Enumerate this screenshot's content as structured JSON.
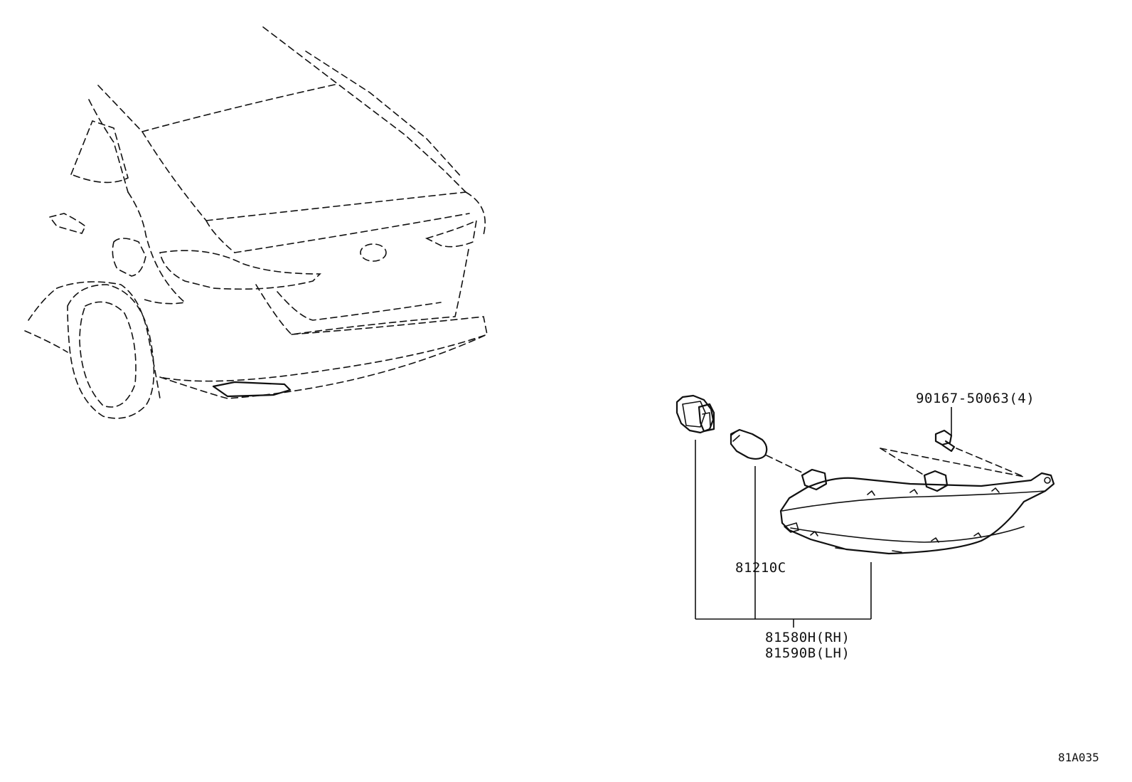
{
  "parts": {
    "bolt": "90167-50063(4)",
    "bulb": "81210C",
    "lamp_rh": "81580H(RH)",
    "lamp_lh": "81590B(LH)"
  },
  "diagram_code": "81A035"
}
